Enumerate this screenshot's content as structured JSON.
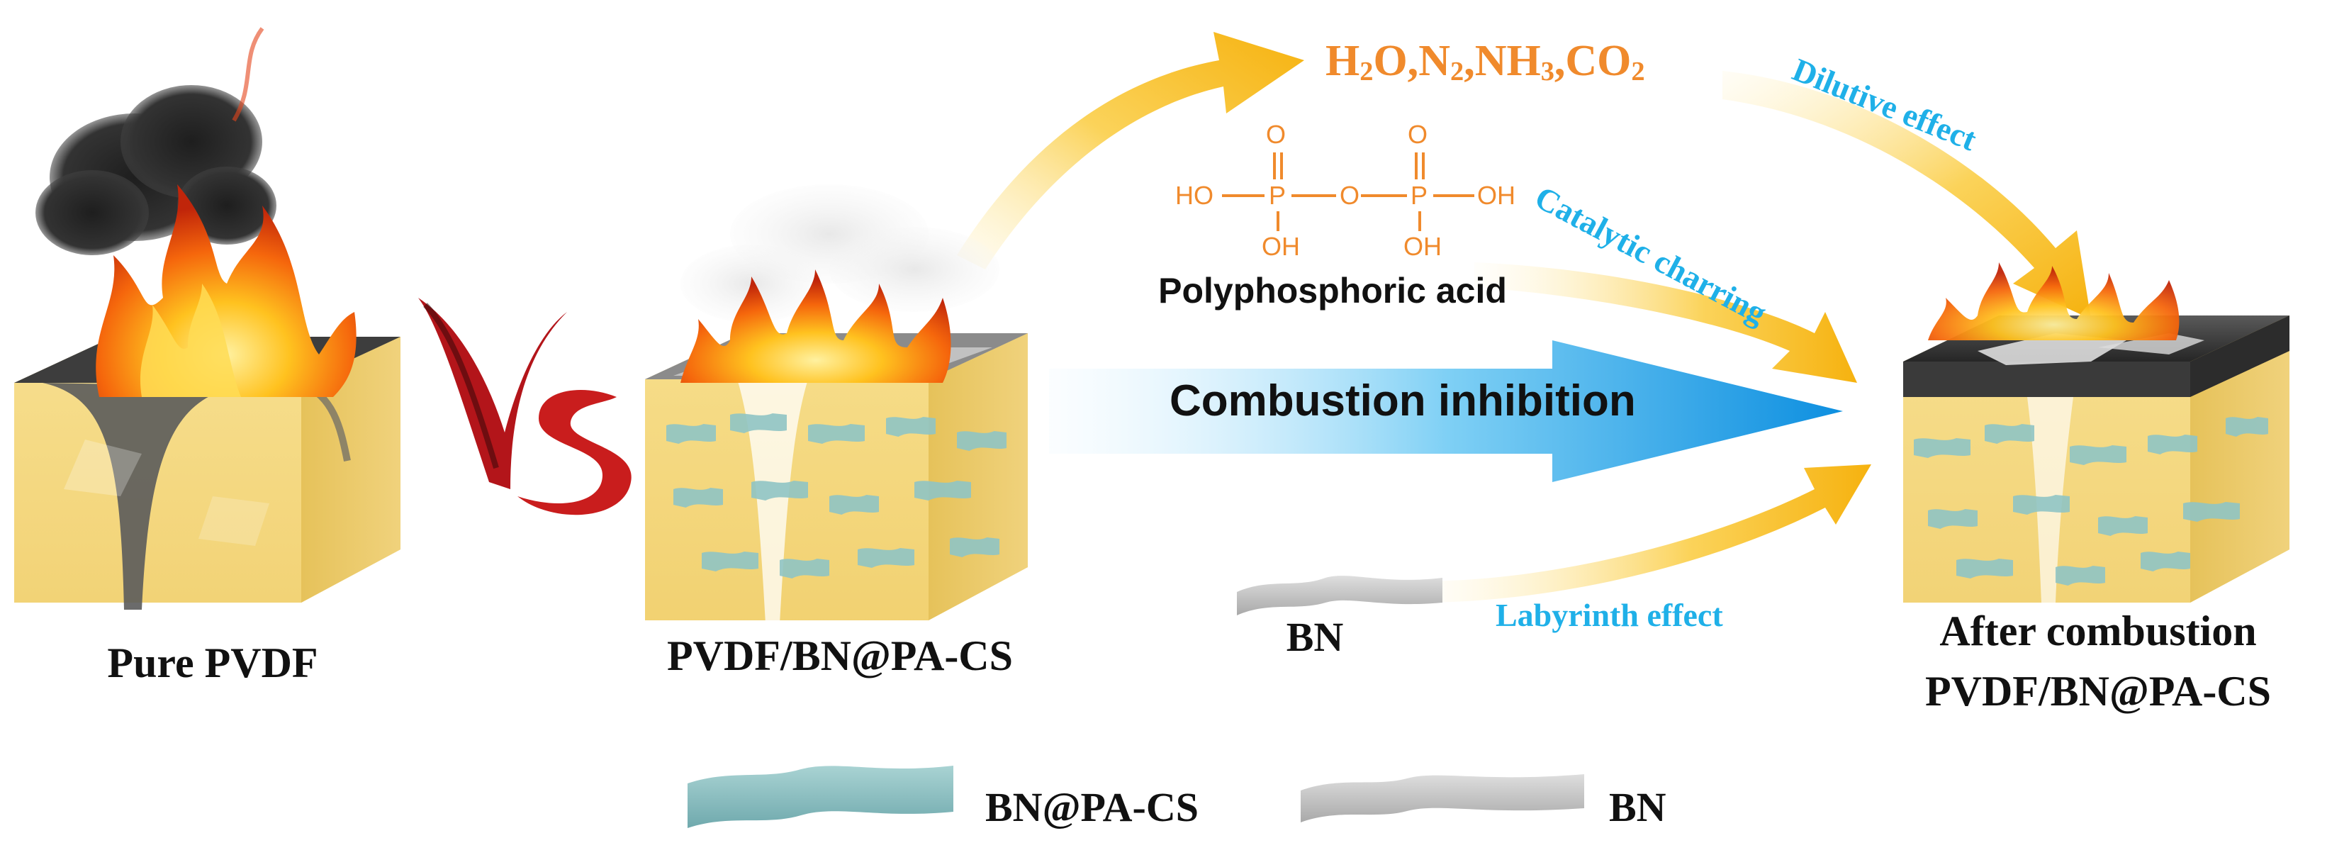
{
  "labels": {
    "pure": "Pure PVDF",
    "vs": "VS",
    "composite": "PVDF/BN@PA-CS",
    "after_line1": "After combustion",
    "after_line2": "PVDF/BN@PA-CS",
    "bn_center": "BN",
    "legend_bnpacs": "BN@PA-CS",
    "legend_bn": "BN"
  },
  "gases": {
    "h2o_a": "H",
    "h2o_sub": "2",
    "h2o_b": "O,",
    "n2_a": "N",
    "n2_sub": "2",
    "n2_b": ",",
    "nh3_a": "NH",
    "nh3_sub": "3",
    "nh3_b": ",",
    "co2_a": "CO",
    "co2_sub": "2"
  },
  "effects": {
    "dilutive": "Dilutive effect",
    "catalytic": "Catalytic charring",
    "labyrinth": "Labyrinth effect",
    "inhibition": "Combustion inhibition"
  },
  "molecule": {
    "name": "Polyphosphoric acid",
    "atoms": {
      "p1": "P",
      "p2": "P",
      "o_top1": "O",
      "o_top2": "O",
      "o_bridge": "O",
      "ho_left": "HO",
      "oh_right": "OH",
      "oh_bottom1": "OH",
      "oh_bottom2": "OH"
    }
  },
  "colors": {
    "block": "#f3d77c",
    "block_side": "#e3bb52",
    "block_top": "#fbecb8",
    "char": "#3c3c3c",
    "flake_bnpacs": "#8fc4c4",
    "flake_bn": "#c9c9c9",
    "arrow_yellow": "#f7b61a",
    "arrow_blue": "#1a9fe6",
    "flame": "#f06a10",
    "flame_core": "#ffd23a",
    "vs_red": "#c01a1a",
    "text_blue": "#1fb0e8",
    "text_orange": "#f08a2c"
  }
}
